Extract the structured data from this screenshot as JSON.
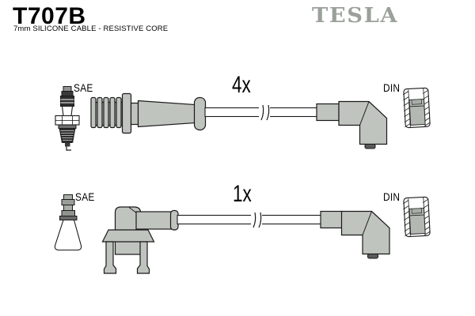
{
  "header": {
    "part_number": "T707B",
    "description": "7mm SILICONE CABLE - RESISTIVE CORE",
    "brand": "TESLA"
  },
  "diagram": {
    "rows": [
      {
        "quantity": "4x",
        "plug_end_label": "SAE",
        "coil_end_label": "DIN"
      },
      {
        "quantity": "1x",
        "plug_end_label": "SAE",
        "coil_end_label": "DIN"
      }
    ]
  },
  "colors": {
    "background": "#ffffff",
    "text": "#000000",
    "brand_logo_gray": "#9aa09a",
    "boot_fill": "#c0c4be",
    "terminal_inner_fill": "#b3b8b2",
    "outline": "#1a1a1a"
  }
}
